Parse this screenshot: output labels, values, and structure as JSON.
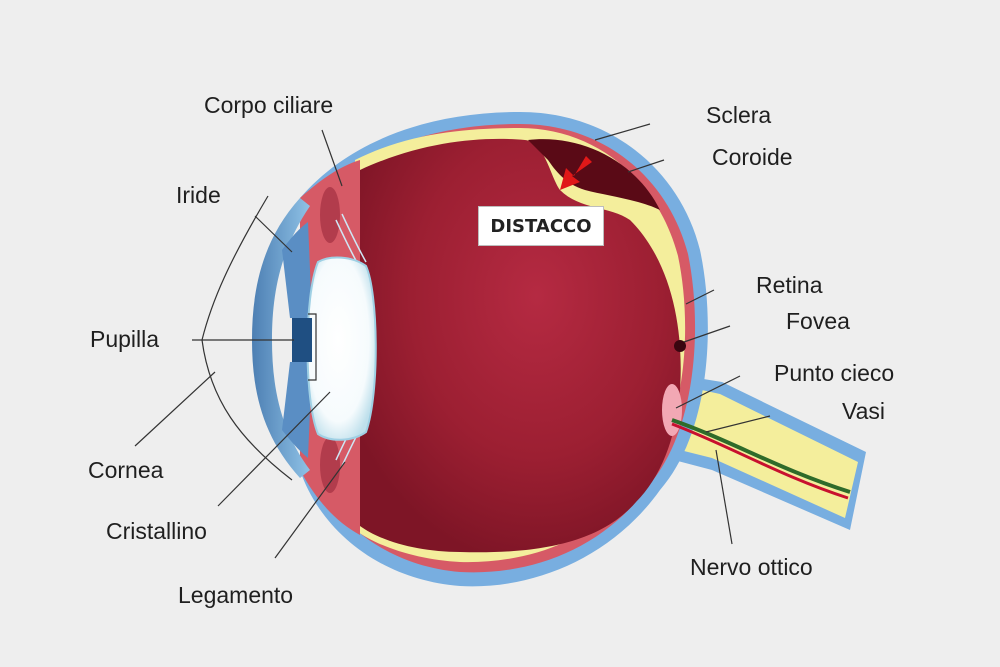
{
  "diagram": {
    "badge": "DISTACCO",
    "labels": {
      "sclera": "Sclera",
      "coroide": "Coroide",
      "retina": "Retina",
      "fovea": "Fovea",
      "punto_cieco": "Punto cieco",
      "vasi": "Vasi",
      "nervo_ottico": "Nervo ottico",
      "corpo_ciliare": "Corpo ciliare",
      "iride": "Iride",
      "pupilla": "Pupilla",
      "cornea": "Cornea",
      "cristallino": "Cristallino",
      "legamento": "Legamento"
    }
  },
  "colors": {
    "background": "#eeeeee",
    "sclera": "#78aee0",
    "choroid": "#d65a66",
    "retina": "#f4ee9c",
    "vitreous": "#9c1f32",
    "detachment": "#5a0a16",
    "arrow": "#e01818",
    "lens": "#ffffff"
  }
}
